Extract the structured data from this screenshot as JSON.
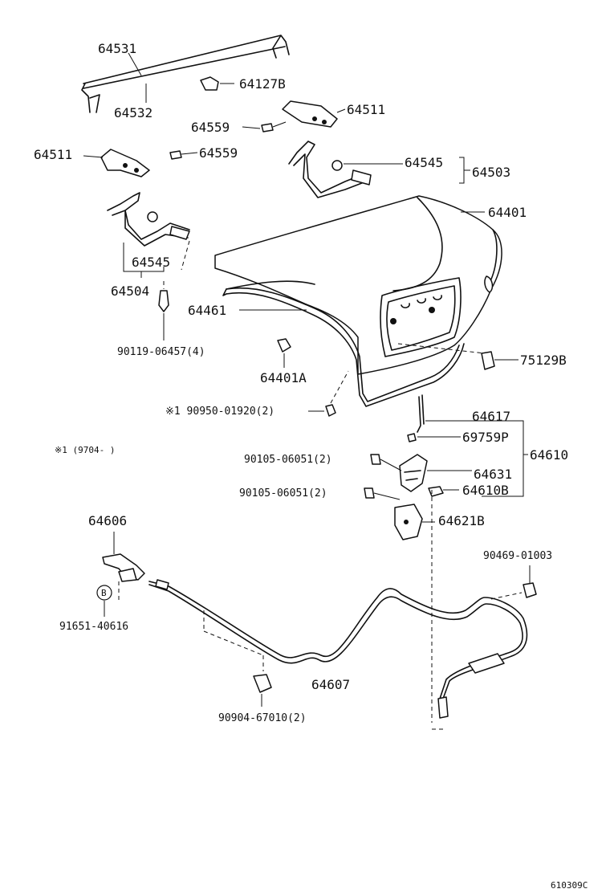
{
  "labels": {
    "p64531": "64531",
    "p64532": "64532",
    "p64127B": "64127B",
    "p64511_right": "64511",
    "p64559_right": "64559",
    "p64511_left": "64511",
    "p64559_left": "64559",
    "p64545_right": "64545",
    "p64503": "64503",
    "p64401": "64401",
    "p64545_left": "64545",
    "p64504": "64504",
    "p64461": "64461",
    "p90119": "90119-06457(4)",
    "p64401A": "64401A",
    "p75129B": "75129B",
    "p90950": "※1 90950-01920(2)",
    "p64617": "64617",
    "p69759P": "69759P",
    "p64610": "64610",
    "note_year": "※1 (9704-    )",
    "p90105_a": "90105-06051(2)",
    "p64631": "64631",
    "p90105_b": "90105-06051(2)",
    "p64610B": "64610B",
    "p64621B": "64621B",
    "p64606": "64606",
    "p90469": "90469-01003",
    "badge_b": "B",
    "p91651": "91651-40616",
    "p64607": "64607",
    "p90904": "90904-67010(2)",
    "figure_code": "610309C"
  }
}
